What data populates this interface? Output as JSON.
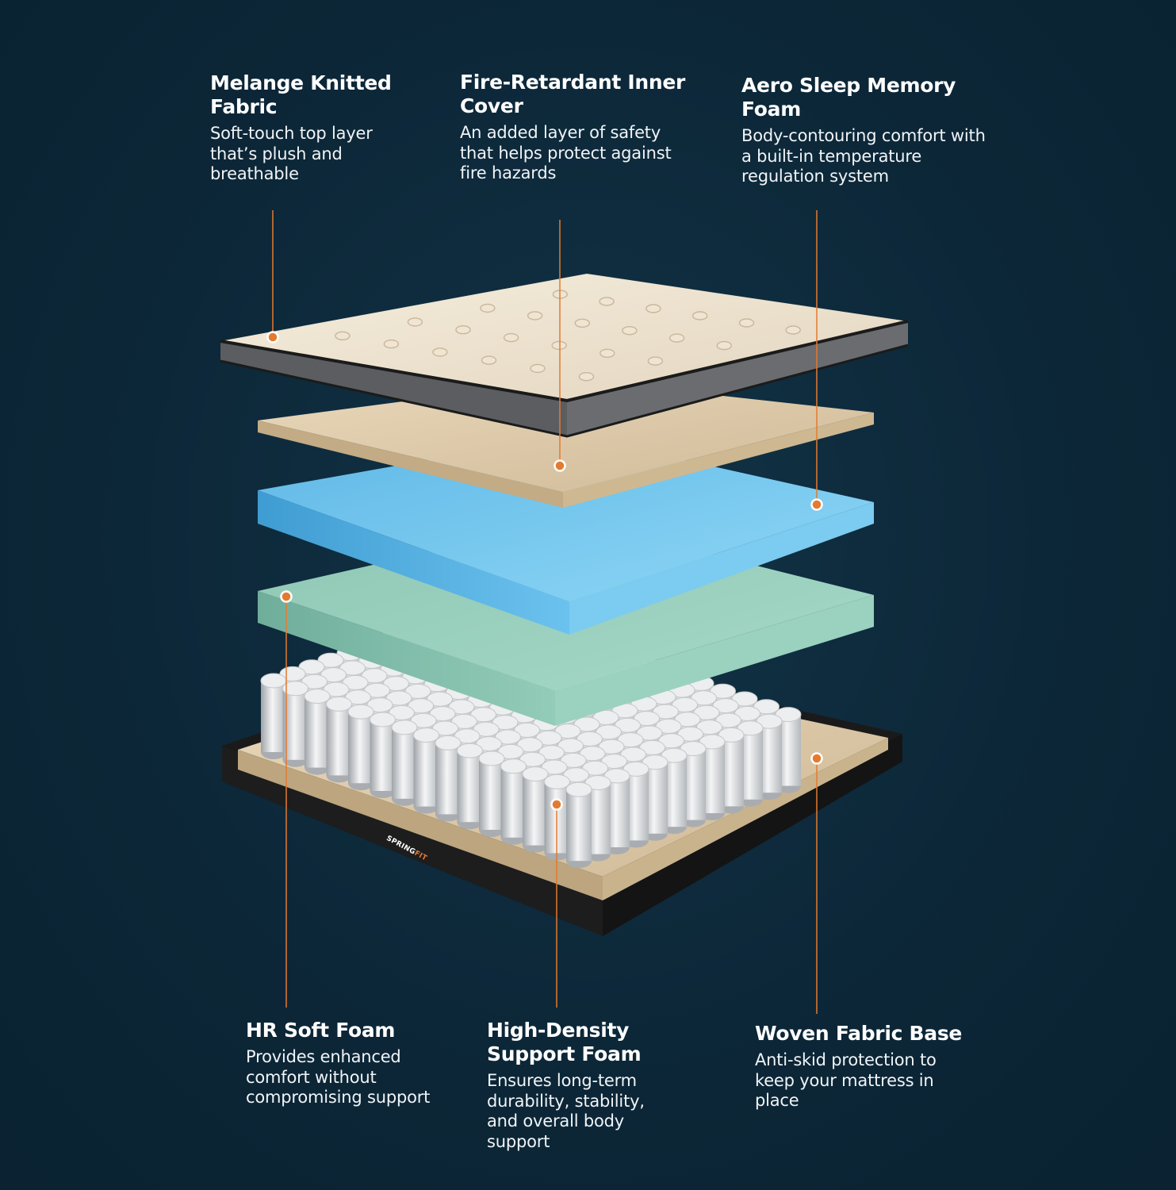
{
  "colors": {
    "accent": "#e57a2e",
    "background": "#0b2535",
    "text": "#ffffff"
  },
  "brand": {
    "name_a": "SPRING",
    "name_b": "FIT"
  },
  "callouts": {
    "melange": {
      "title": "Melange Knitted Fabric",
      "description": "Soft-touch top layer that’s plush and breathable"
    },
    "fire_retardant": {
      "title": "Fire-Retardant Inner Cover",
      "description": "An added layer of safety that helps protect against fire hazards"
    },
    "aero_sleep": {
      "title": "Aero Sleep Memory Foam",
      "description": "Body-contouring comfort with a built-in temperature regulation system"
    },
    "hr_soft": {
      "title": "HR Soft Foam",
      "description": "Provides enhanced comfort without compromising support"
    },
    "high_density": {
      "title": "High-Density Support Foam",
      "description": "Ensures long-term durability, stability, and overall body support"
    },
    "woven_base": {
      "title": "Woven Fabric Base",
      "description": "Anti-skid protection to keep your mattress in place"
    }
  }
}
